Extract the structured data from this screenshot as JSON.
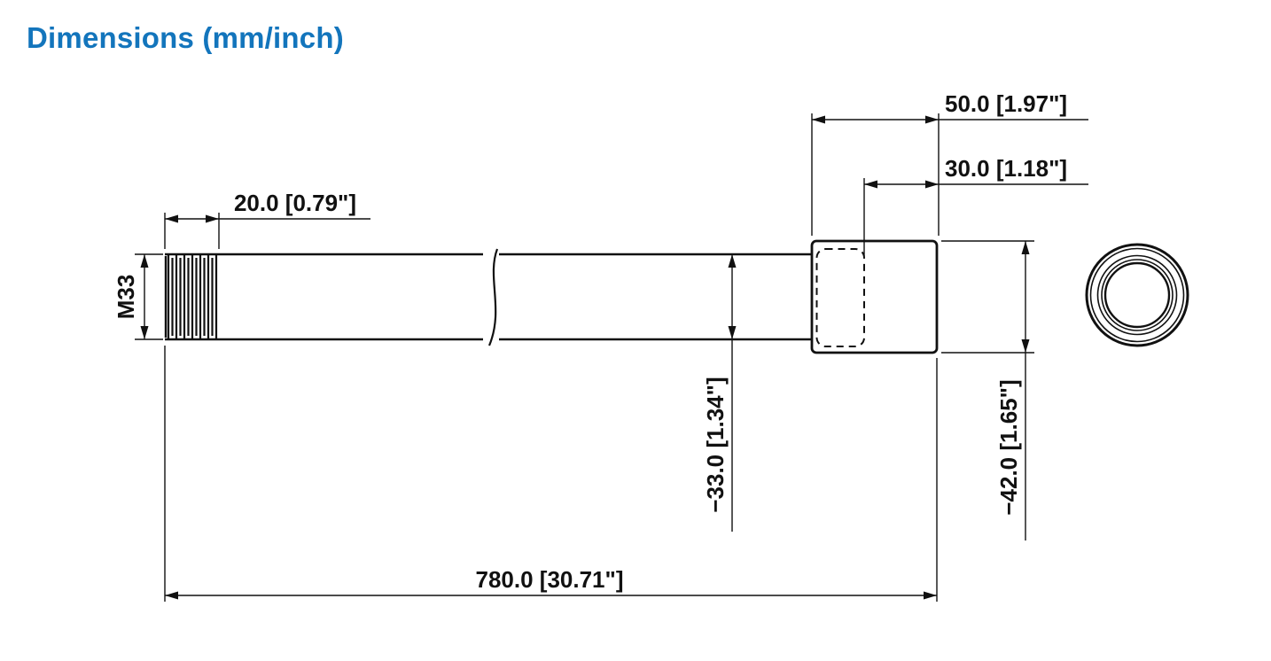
{
  "page": {
    "title": "Dimensions (mm/inch)"
  },
  "colors": {
    "title": "#1375bc",
    "line": "#111111"
  },
  "dimensions": {
    "thread_length": "20.0 [0.79\"]",
    "thread_spec": "M33",
    "collar_length": "50.0 [1.97\"]",
    "bore_depth": "30.0 [1.18\"]",
    "tube_diameter": "−33.0 [1.34\"]",
    "collar_diameter": "−42.0 [1.65\"]",
    "total_length": "780.0 [30.71\"]"
  }
}
